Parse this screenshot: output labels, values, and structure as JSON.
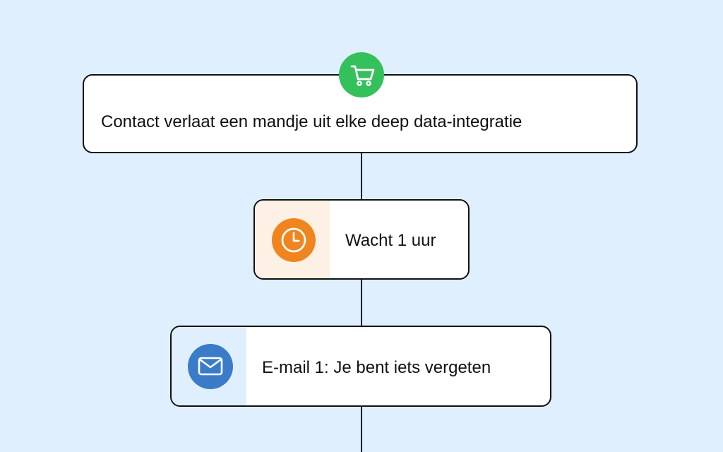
{
  "flow": {
    "trigger": {
      "label": "Contact verlaat een mandje uit elke deep data-integratie",
      "icon": "cart-icon",
      "icon_color": "#34c05a"
    },
    "wait": {
      "label": "Wacht 1 uur",
      "icon": "clock-icon",
      "icon_color": "#f0851f",
      "panel_color": "#fdf0e4"
    },
    "email": {
      "label": "E-mail 1: Je bent iets vergeten",
      "icon": "envelope-icon",
      "icon_color": "#3a7cc8",
      "panel_color": "#e0effd"
    }
  },
  "colors": {
    "background": "#e0effd",
    "line": "#111111",
    "card": "#ffffff"
  }
}
